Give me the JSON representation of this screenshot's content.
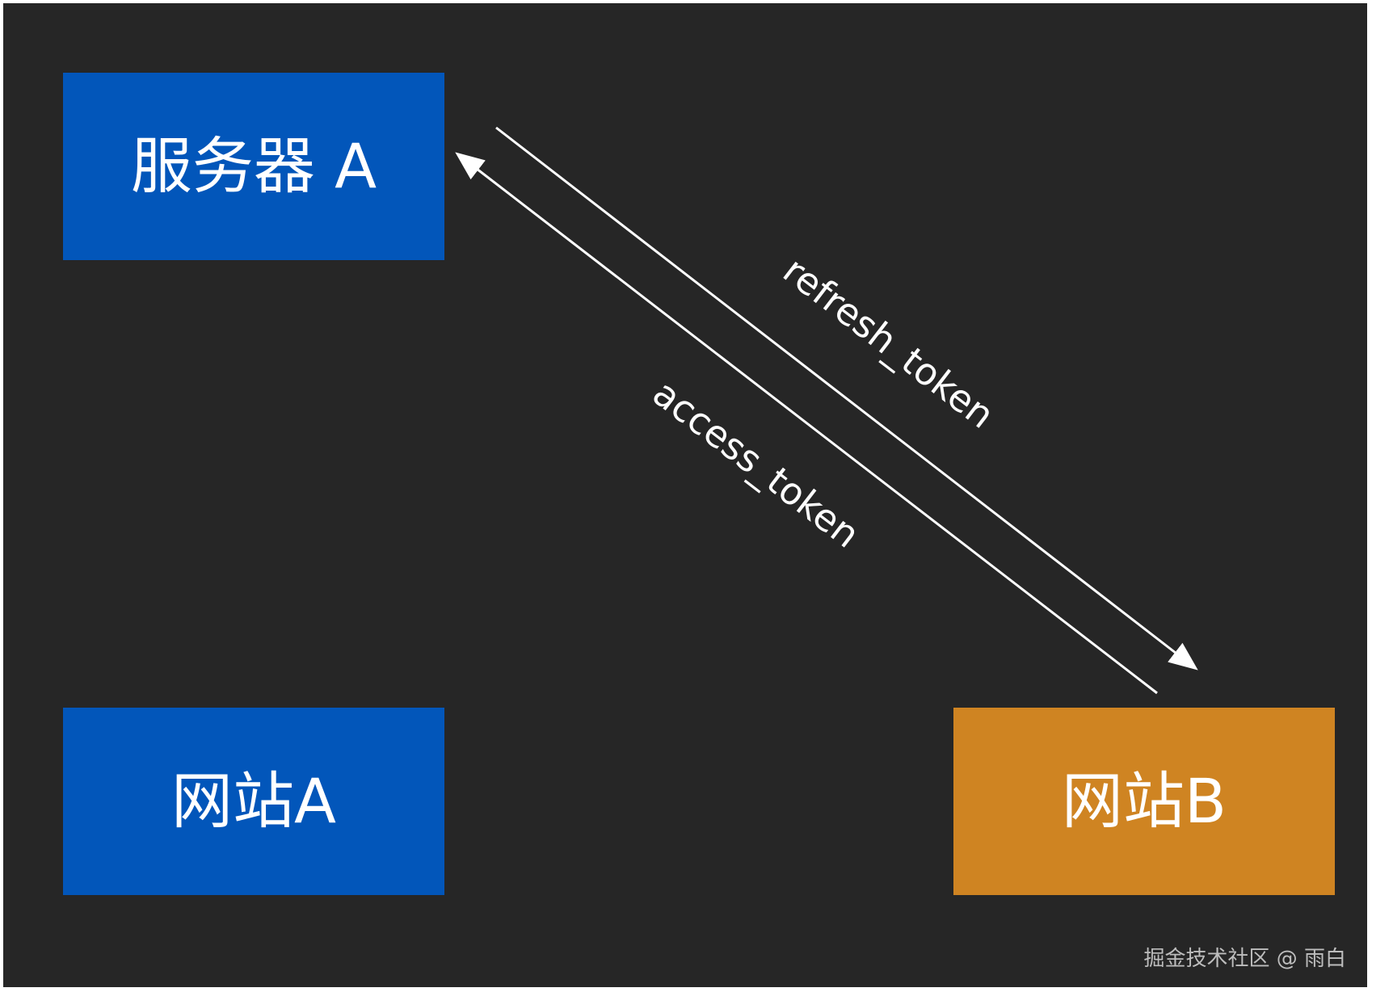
{
  "nodes": {
    "server_a": {
      "label": "服务器 A",
      "color": "#0256BA"
    },
    "site_a": {
      "label": "网站A",
      "color": "#0256BA"
    },
    "site_b": {
      "label": "网站B",
      "color": "#CF8422"
    }
  },
  "edges": {
    "refresh": {
      "label": "refresh_token",
      "from": "服务器 A",
      "to": "网站B"
    },
    "access": {
      "label": "access_token",
      "from": "网站B",
      "to": "服务器 A"
    }
  },
  "watermark": "掘金技术社区 @ 雨白",
  "colors": {
    "background": "#262626",
    "arrow": "#ffffff",
    "text": "#ffffff",
    "watermark": "#bdbdbd"
  }
}
